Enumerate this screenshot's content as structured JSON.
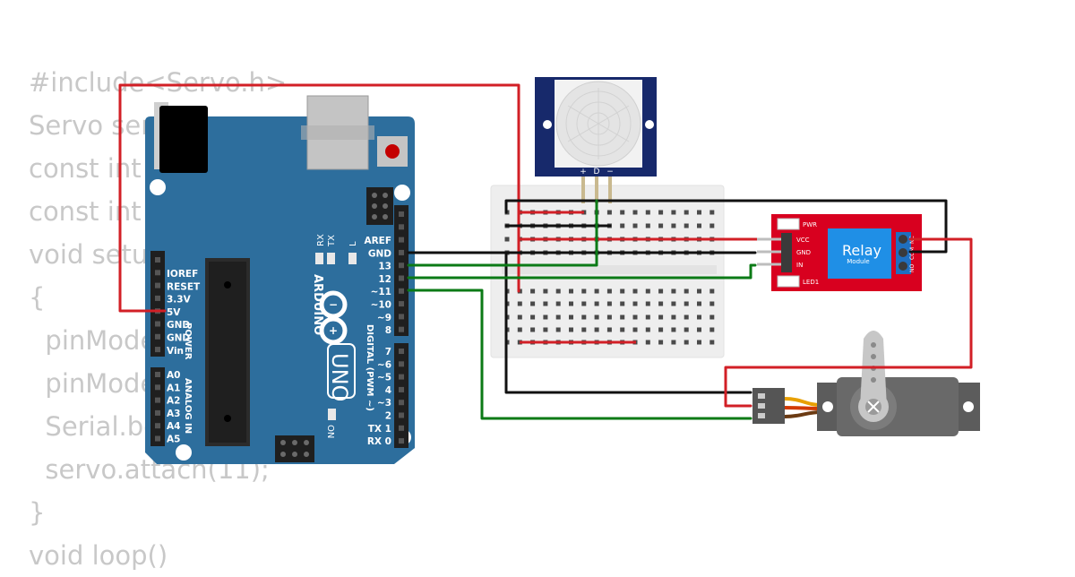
{
  "code_lines": [
    "#include<Servo.h>",
    "Servo servo;",
    "const int",
    "const int",
    "void setup()",
    "{",
    "  pinMode(",
    "  pinMode(",
    "  Serial.begin(",
    "  servo.attach(11);",
    "}",
    "void loop()"
  ],
  "arduino": {
    "brand": "ARDUINO",
    "model": "UNO",
    "on_label": "ON",
    "l_label": "L",
    "tx_label": "TX",
    "rx_label": "RX",
    "power_header": "POWER",
    "analog_header": "ANALOG IN",
    "digital_header": "DIGITAL (PWM ~)",
    "power_pins": [
      "IOREF",
      "RESET",
      "3.3V",
      "5V",
      "GND",
      "GND",
      "Vin"
    ],
    "analog_pins": [
      "A0",
      "A1",
      "A2",
      "A3",
      "A4",
      "A5"
    ],
    "top_pins": [
      "AREF",
      "GND",
      "13",
      "12",
      "~11",
      "~10",
      "~9",
      "8"
    ],
    "bottom_pins": [
      "7",
      "~6",
      "~5",
      "4",
      "~3",
      "2",
      "TX 1",
      "RX 0"
    ]
  },
  "pir": {
    "pin_labels": [
      "+",
      "D",
      "−"
    ]
  },
  "relay": {
    "title": "Relay",
    "subtitle": "Module",
    "pwr": "PWR",
    "led": "LED1",
    "pins": [
      "VCC",
      "GND",
      "IN"
    ],
    "terminals": [
      "NO",
      "COM",
      "NC"
    ]
  },
  "colors": {
    "wire_red": "#d21f26",
    "wire_black": "#111111",
    "wire_green": "#0b7a16",
    "board_blue": "#2d6e9d",
    "relay_red": "#d8001f",
    "relay_blue": "#1f8fe6",
    "pir_navy": "#17296b"
  }
}
